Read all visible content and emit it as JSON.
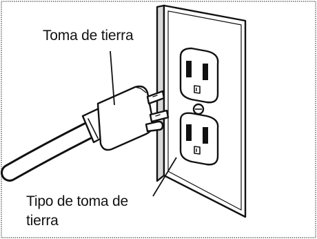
{
  "labels": {
    "ground_prong": "Toma de tierra",
    "outlet_line1": "Tipo de toma de",
    "outlet_line2": "tierra"
  },
  "colors": {
    "ink": "#111111",
    "border": "#555555",
    "background": "#ffffff"
  }
}
